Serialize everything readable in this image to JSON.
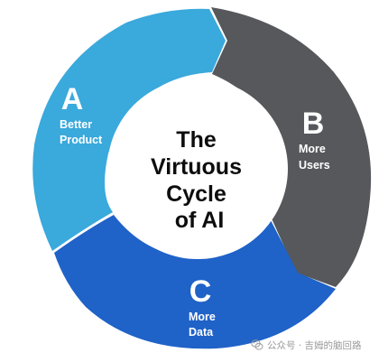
{
  "diagram": {
    "center_title": [
      "The",
      "Virtuous",
      "Cycle",
      "of AI"
    ],
    "segments": [
      {
        "letter": "A",
        "label_lines": [
          "Better",
          "Product"
        ],
        "color": "#3aa9dc"
      },
      {
        "letter": "B",
        "label_lines": [
          "More",
          "Users"
        ],
        "color": "#56585c"
      },
      {
        "letter": "C",
        "label_lines": [
          "More",
          "Data"
        ],
        "color": "#1f62c8"
      }
    ]
  },
  "watermark": {
    "text": "公众号 · 吉姆的脑回路",
    "icon": "wechat-icon"
  }
}
